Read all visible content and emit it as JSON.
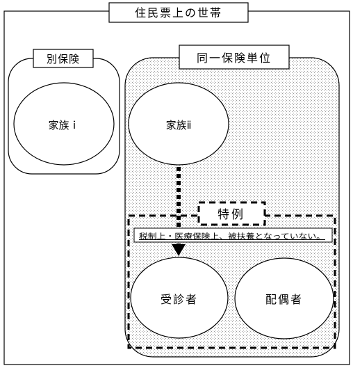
{
  "household": {
    "label": "住民票上の世帯"
  },
  "separate_insurance": {
    "label": "別保険",
    "family": "家族ｉ"
  },
  "same_insurance_unit": {
    "label": "同一保険単位",
    "family": "家族ⅱ"
  },
  "special_case": {
    "label": "特例",
    "note": "税制上・医療保険上、被扶養となっていない。",
    "patient": "受診者",
    "spouse": "配偶者"
  }
}
